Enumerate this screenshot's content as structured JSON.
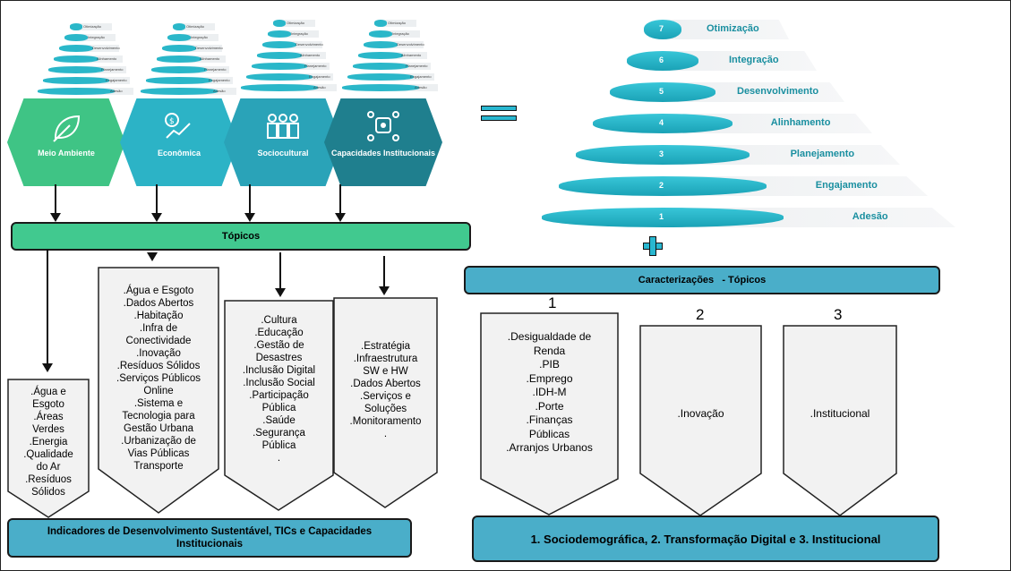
{
  "equals_symbol": "=",
  "plus_symbol": "+",
  "colors": {
    "teal": "#2ab7c9",
    "teal_dark": "#1791a2",
    "green_bar": "#41c98f",
    "blue_bar": "#4aaec9",
    "hex_green": "#3fc485",
    "hex_econ": "#2cb3c6",
    "hex_socio": "#2aa3b8",
    "hex_inst": "#1f7f8e"
  },
  "hexagons": [
    {
      "label": "Meio Ambiente",
      "icon": "leaf-icon"
    },
    {
      "label": "Econômica",
      "icon": "coin-growth-icon"
    },
    {
      "label": "Sociocultural",
      "icon": "people-icon"
    },
    {
      "label": "Capacidades Institucionais",
      "icon": "network-icon"
    }
  ],
  "topicos_label": "Tópicos",
  "caracterizacoes_label": "Caracterizações   - Tópicos",
  "pyramid": {
    "levels": [
      {
        "num": "7",
        "label": "Otimização"
      },
      {
        "num": "6",
        "label": "Integração"
      },
      {
        "num": "5",
        "label": "Desenvolvimento"
      },
      {
        "num": "4",
        "label": "Alinhamento"
      },
      {
        "num": "3",
        "label": "Planejamento"
      },
      {
        "num": "2",
        "label": "Engajamento"
      },
      {
        "num": "1",
        "label": "Adesão"
      }
    ]
  },
  "topic_boxes": [
    {
      "text": ".Água e\nEsgoto\n.Áreas\nVerdes\n.Energia\n.Qualidade\ndo Ar\n.Resíduos\nSólidos"
    },
    {
      "text": ".Água e Esgoto\n.Dados Abertos\n.Habitação\n.Infra de\nConectividade\n.Inovação\n.Resíduos Sólidos\n.Serviços Públicos\nOnline\n.Sistema e\nTecnologia para\nGestão Urbana\n.Urbanização de\nVias Públicas\nTransporte"
    },
    {
      "text": ".Cultura\n.Educação\n.Gestão de\nDesastres\n.Inclusão Digital\n.Inclusão Social\n.Participação\nPública\n.Saúde\n.Segurança\nPública\n."
    },
    {
      "text": ".Estratégia\n.Infraestrutura\nSW e HW\n.Dados Abertos\n.Serviços e\nSoluções\n.Monitoramento\n."
    }
  ],
  "char_boxes": [
    {
      "num": "1",
      "text": ".Desigualdade de\nRenda\n.PIB\n.Emprego\n.IDH-M\n.Porte\n.Finanças\nPúblicas\n.Arranjos Urbanos"
    },
    {
      "num": "2",
      "text": ".Inovação"
    },
    {
      "num": "3",
      "text": ".Institucional"
    }
  ],
  "bottom_left_label": "Indicadores de Desenvolvimento Sustentável, TICs e Capacidades Institucionais",
  "bottom_right_label": "1. Sociodemográfica, 2. Transformação Digital e 3. Institucional"
}
